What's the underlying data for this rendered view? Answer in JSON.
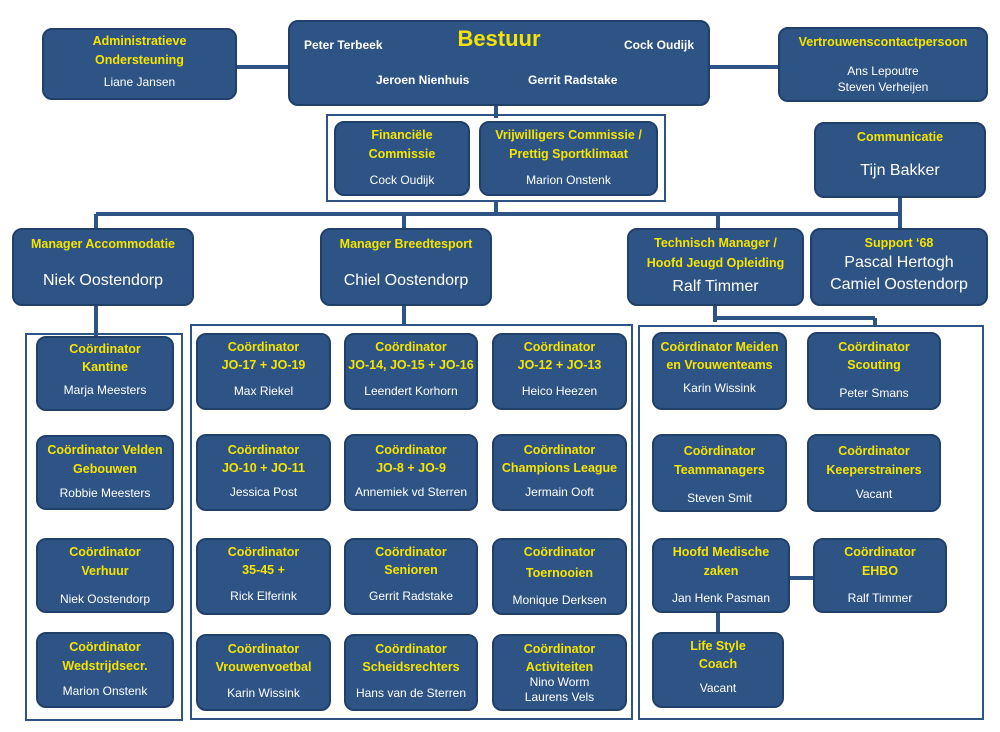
{
  "bestuur": {
    "title": "Bestuur",
    "members": [
      "Peter Terbeek",
      "Cock Oudijk",
      "Jeroen Nienhuis",
      "Gerrit Radstake"
    ]
  },
  "administratieve": {
    "title": "Administratieve Ondersteuning",
    "line1": "Administratieve",
    "line2": "Ondersteuning",
    "person": "Liane Jansen"
  },
  "vertrouwens": {
    "title": "Vertrouwenscontactpersoon",
    "persons": [
      "Ans Lepoutre",
      "Steven Verheijen"
    ]
  },
  "financiele": {
    "line1": "Financiële",
    "line2": "Commissie",
    "person": "Cock Oudijk"
  },
  "vrijwilligers": {
    "line1": "Vrijwilligers Commissie /",
    "line2": "Prettig Sportklimaat",
    "person": "Marion Onstenk"
  },
  "communicatie": {
    "title": "Communicatie",
    "person": "Tijn Bakker"
  },
  "managers": {
    "accommodatie": {
      "title": "Manager Accommodatie",
      "person": "Niek Oostendorp"
    },
    "breedtesport": {
      "title": "Manager Breedtesport",
      "person": "Chiel Oostendorp"
    },
    "technisch": {
      "line1": "Technisch Manager /",
      "line2": "Hoofd Jeugd Opleiding",
      "person": "Ralf Timmer"
    },
    "support": {
      "title": "Support ‘68",
      "persons": [
        "Pascal Hertogh",
        "Camiel Oostendorp"
      ]
    }
  },
  "accommodatie_coords": [
    {
      "line1": "Coördinator",
      "line2": "Kantine",
      "person": "Marja Meesters"
    },
    {
      "line1": "Coördinator Velden",
      "line2": "Gebouwen",
      "person": "Robbie Meesters"
    },
    {
      "line1": "Coördinator",
      "line2": "Verhuur",
      "person": "Niek Oostendorp"
    },
    {
      "line1": "Coördinator",
      "line2": "Wedstrijdsecr.",
      "person": "Marion Onstenk"
    }
  ],
  "breedtesport_coords": [
    {
      "line1": "Coördinator",
      "line2": "JO-17 + JO-19",
      "person": "Max Riekel"
    },
    {
      "line1": "Coördinator",
      "line2": "JO-14, JO-15 + JO-16",
      "person": "Leendert Korhorn"
    },
    {
      "line1": "Coördinator",
      "line2": "JO-12 + JO-13",
      "person": "Heico Heezen"
    },
    {
      "line1": "Coördinator",
      "line2": "JO-10 + JO-11",
      "person": "Jessica Post"
    },
    {
      "line1": "Coördinator",
      "line2": "JO-8 + JO-9",
      "person": "Annemiek vd Sterren"
    },
    {
      "line1": "Coördinator",
      "line2": "Champions League",
      "person": "Jermain Ooft"
    },
    {
      "line1": "Coördinator",
      "line2": "35-45 +",
      "person": "Rick Elferink"
    },
    {
      "line1": "Coördinator",
      "line2": "Senioren",
      "person": "Gerrit Radstake"
    },
    {
      "line1": "Coördinator",
      "line2": "Toernooien",
      "person": "Monique Derksen"
    },
    {
      "line1": "Coördinator",
      "line2": "Vrouwenvoetbal",
      "person": "Karin Wissink"
    },
    {
      "line1": "Coördinator",
      "line2": "Scheidsrechters",
      "person": "Hans van de Sterren"
    },
    {
      "line1": "Coördinator",
      "line2": "Activiteiten",
      "person": "Nino Worm",
      "person2": "Laurens Vels"
    }
  ],
  "technisch_coords": [
    {
      "line1": "Coördinator Meiden",
      "line2": "en Vrouwenteams",
      "person": "Karin Wissink"
    },
    {
      "line1": "Coördinator",
      "line2": "Scouting",
      "person": "Peter Smans"
    },
    {
      "line1": "Coördinator",
      "line2": "Teammanagers",
      "person": "Steven Smit"
    },
    {
      "line1": "Coördinator",
      "line2": "Keeperstrainers",
      "person": "Vacant"
    },
    {
      "line1": "Hoofd Medische",
      "line2": "zaken",
      "person": "Jan Henk Pasman"
    },
    {
      "line1": "Coördinator",
      "line2": "EHBO",
      "person": "Ralf Timmer"
    },
    {
      "line1": "Life Style",
      "line2": "Coach",
      "person": "Vacant"
    }
  ]
}
